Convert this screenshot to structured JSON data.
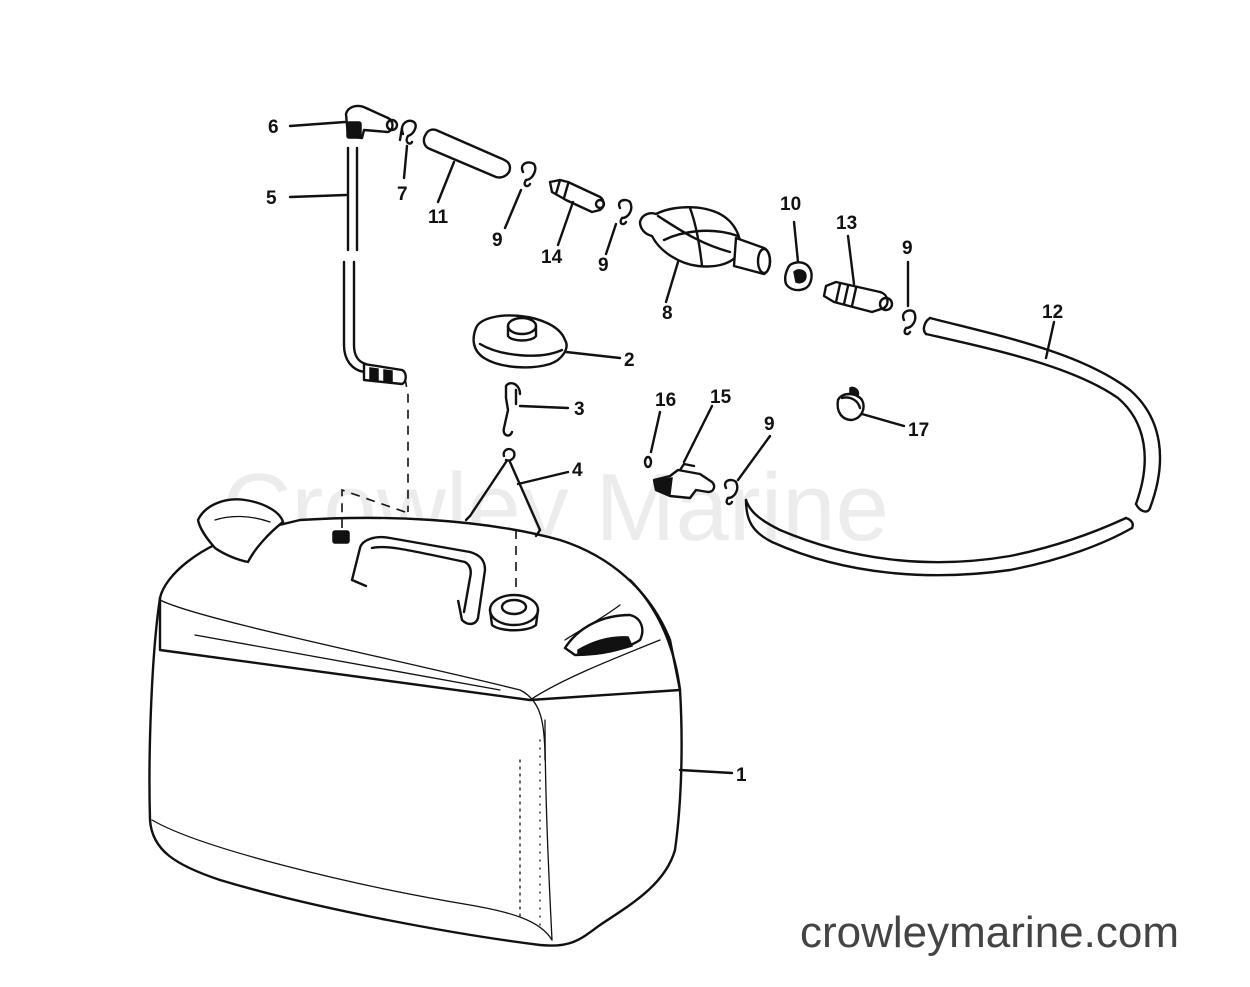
{
  "watermark": "Crowley Marine",
  "website": "crowleymarine.com",
  "callouts": [
    {
      "id": "c6",
      "label": "6"
    },
    {
      "id": "c7",
      "label": "7"
    },
    {
      "id": "c5",
      "label": "5"
    },
    {
      "id": "c11",
      "label": "11"
    },
    {
      "id": "c9a",
      "label": "9"
    },
    {
      "id": "c14",
      "label": "14"
    },
    {
      "id": "c9b",
      "label": "9"
    },
    {
      "id": "c8",
      "label": "8"
    },
    {
      "id": "c10",
      "label": "10"
    },
    {
      "id": "c13",
      "label": "13"
    },
    {
      "id": "c9c",
      "label": "9"
    },
    {
      "id": "c12",
      "label": "12"
    },
    {
      "id": "c2",
      "label": "2"
    },
    {
      "id": "c3",
      "label": "3"
    },
    {
      "id": "c16",
      "label": "16"
    },
    {
      "id": "c15",
      "label": "15"
    },
    {
      "id": "c9d",
      "label": "9"
    },
    {
      "id": "c17",
      "label": "17"
    },
    {
      "id": "c4",
      "label": "4"
    },
    {
      "id": "c1",
      "label": "1"
    }
  ]
}
